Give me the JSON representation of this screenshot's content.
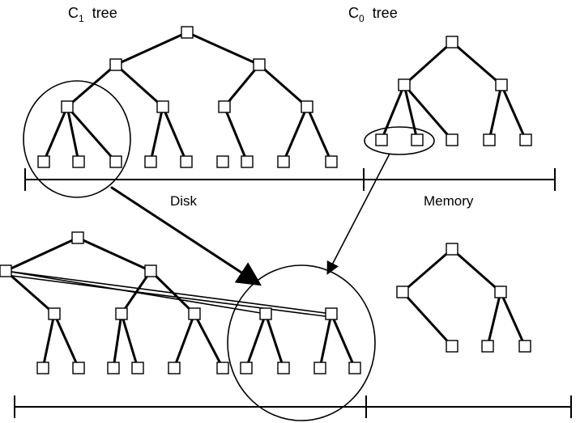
{
  "labels": {
    "c1_tree": {
      "base": "C",
      "sub": "1",
      "rest": "tree"
    },
    "c0_tree": {
      "base": "C",
      "sub": "0",
      "rest": "tree"
    },
    "disk": "Disk",
    "memory": "Memory"
  }
}
